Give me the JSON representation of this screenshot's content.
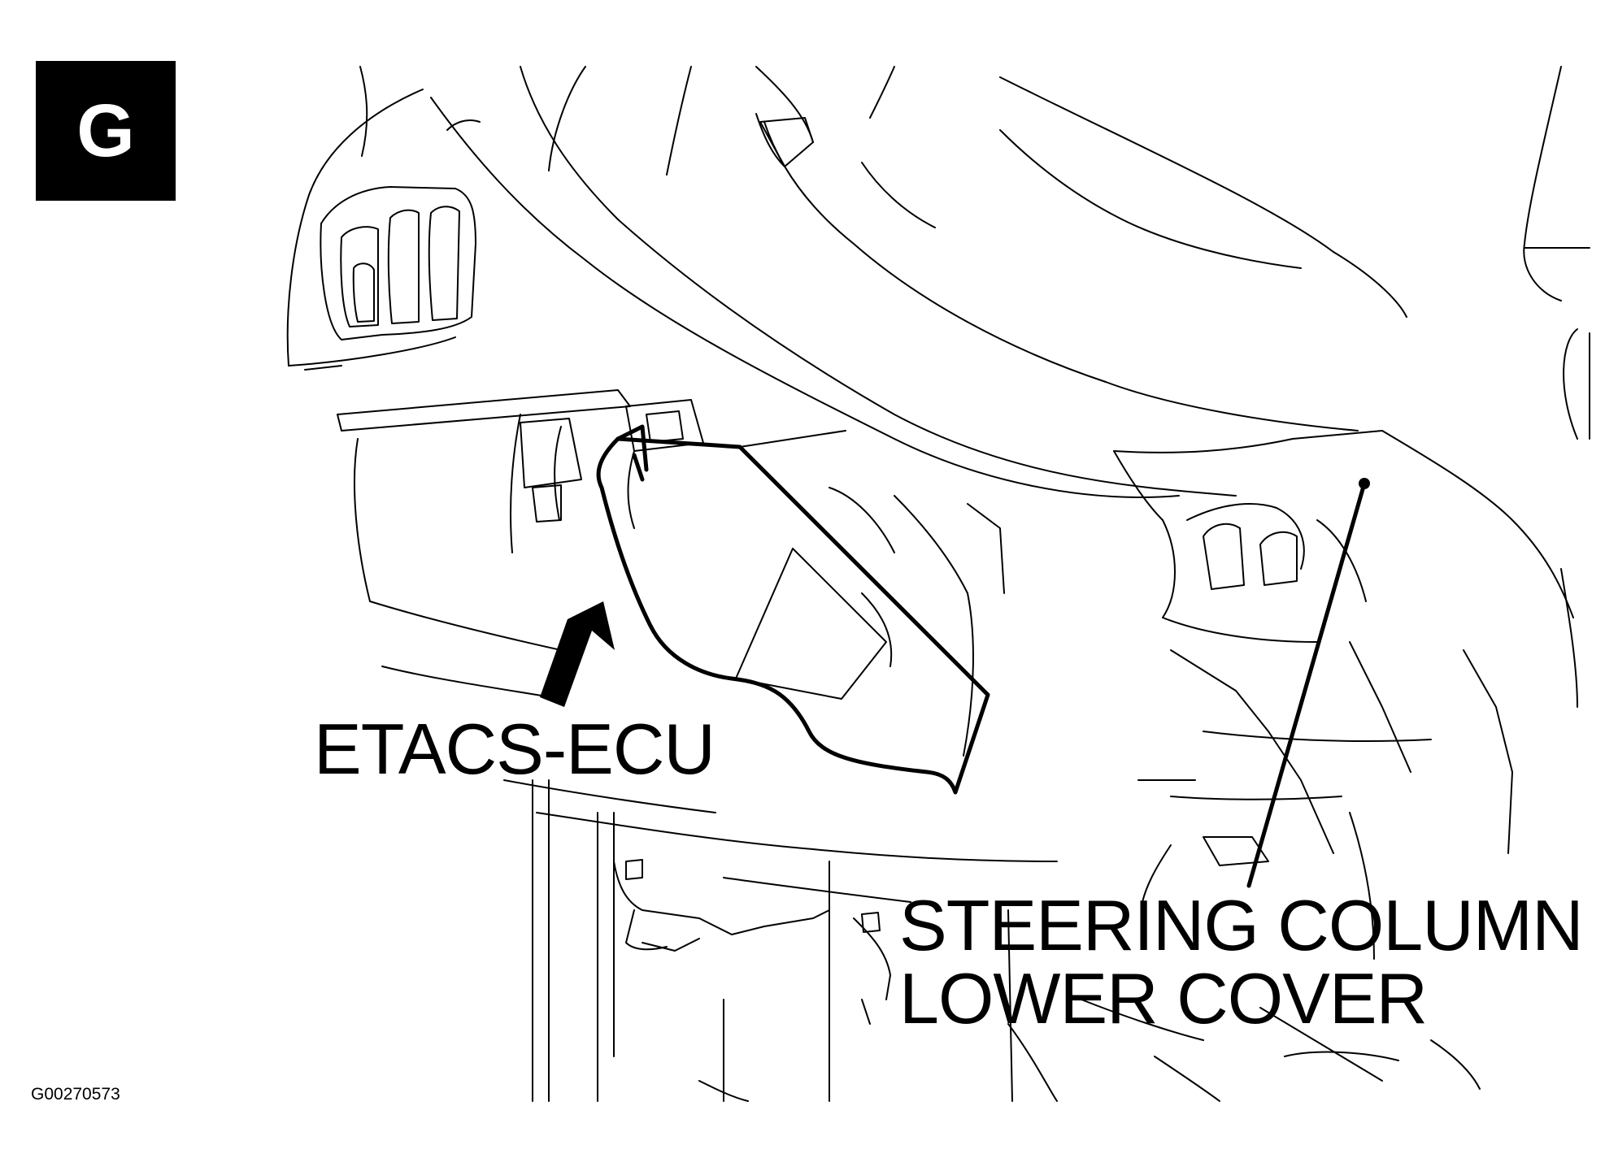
{
  "view_badge": {
    "letter": "G"
  },
  "callouts": {
    "etacs_ecu": "ETACS-ECU",
    "steering_column_line1": "STEERING COLUMN",
    "steering_column_line2": "LOWER COVER"
  },
  "figure_code": "G00270573",
  "colors": {
    "line": "#000000",
    "background": "#ffffff",
    "badge_text": "#ffffff"
  }
}
